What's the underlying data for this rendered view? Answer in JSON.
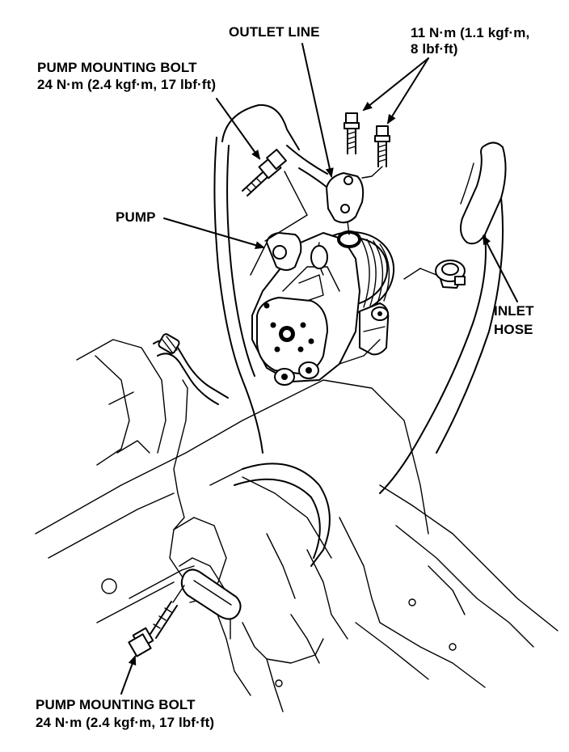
{
  "labels": {
    "outlet_line": "OUTLET LINE",
    "outlet_torque_line1": "11 N·m (1.1 kgf·m,",
    "outlet_torque_line2": "8 lbf·ft)",
    "top_bolt_title": "PUMP MOUNTING BOLT",
    "top_bolt_torque": "24 N·m (2.4 kgf·m, 17 lbf·ft)",
    "pump": "PUMP",
    "inlet_line1": "INLET",
    "inlet_line2": "HOSE",
    "bottom_bolt_title": "PUMP MOUNTING BOLT",
    "bottom_bolt_torque": "24 N·m (2.4 kgf·m, 17 lbf·ft)"
  }
}
